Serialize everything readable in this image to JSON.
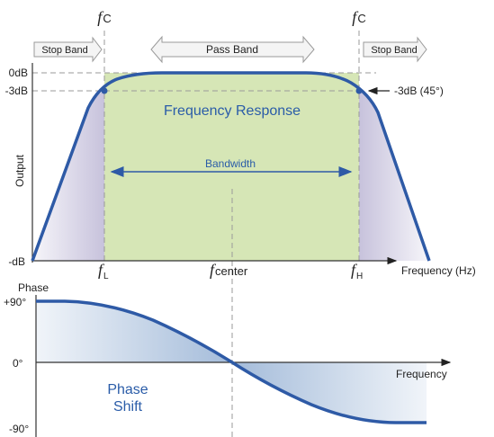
{
  "labels": {
    "fc": "f",
    "fc_sub": "C",
    "stop_band": "Stop Band",
    "pass_band": "Pass Band",
    "zero_db": "0dB",
    "minus3db": "-3dB",
    "minus_db": "-dB",
    "output": "Output",
    "frequency_response": "Frequency Response",
    "bandwidth": "Bandwidth",
    "annot_3db": "-3dB (45°)",
    "f": "f",
    "sub_L": "L",
    "sub_H": "H",
    "sub_center": "center",
    "freq_axis": "Frequency (Hz)",
    "phase_title": "Phase",
    "plus90": "+90°",
    "zero_deg": "0°",
    "minus90": "-90°",
    "freq_axis2": "Frequency",
    "phase_shift_1": "Phase",
    "phase_shift_2": "Shift"
  },
  "colors": {
    "curve": "#2e5aa6",
    "passband_fill": "#d6e6b6",
    "stopband_fill": "#c7c2dc",
    "phase_fill": "#9fb8d8",
    "band_arrow_fill": "#f4f4f4",
    "band_arrow_stroke": "#9a9a9a",
    "dash": "#999999",
    "axis": "#333333"
  }
}
